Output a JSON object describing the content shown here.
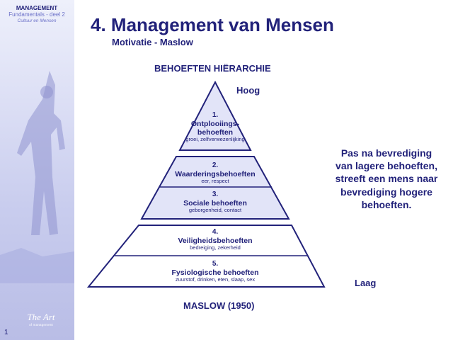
{
  "sidebar": {
    "brand_line1": "MANAGEMENT",
    "brand_line2": "Fundamentals - deel 2",
    "brand_line3": "Cultuur en Mensen",
    "logo_text": "The Art",
    "logo_sub": "of management",
    "page_number": "1"
  },
  "header": {
    "title": "4. Management van Mensen",
    "subtitle": "Motivatie - Maslow"
  },
  "pyramid": {
    "heading": "BEHOEFTEN HIËRARCHIE",
    "top_label": "Hoog",
    "bottom_label": "Laag",
    "levels": [
      {
        "number": "1.",
        "title_line1": "Ontplooiings-",
        "title_line2": "behoeften",
        "desc": "groei, zelfverwezenlijking"
      },
      {
        "number": "2.",
        "title": "Waarderingsbehoeften",
        "desc": "eer, respect"
      },
      {
        "number": "3.",
        "title": "Sociale behoeften",
        "desc": "geborgenheid, contact"
      },
      {
        "number": "4.",
        "title": "Veiligheidsbehoeften",
        "desc": "bedreiging, zekerheid"
      },
      {
        "number": "5.",
        "title": "Fysiologische behoeften",
        "desc": "zuurstof, drinken, eten, slaap, sex"
      }
    ],
    "source": "MASLOW (1950)"
  },
  "note": {
    "line1": "Pas na bevrediging",
    "line2": "van lagere behoeften,",
    "line3": "streeft een mens naar",
    "line4": "bevrediging hogere",
    "line5": "behoeften."
  },
  "colors": {
    "text": "#22227a",
    "fill": "#e2e4f8",
    "stroke": "#22227a"
  }
}
